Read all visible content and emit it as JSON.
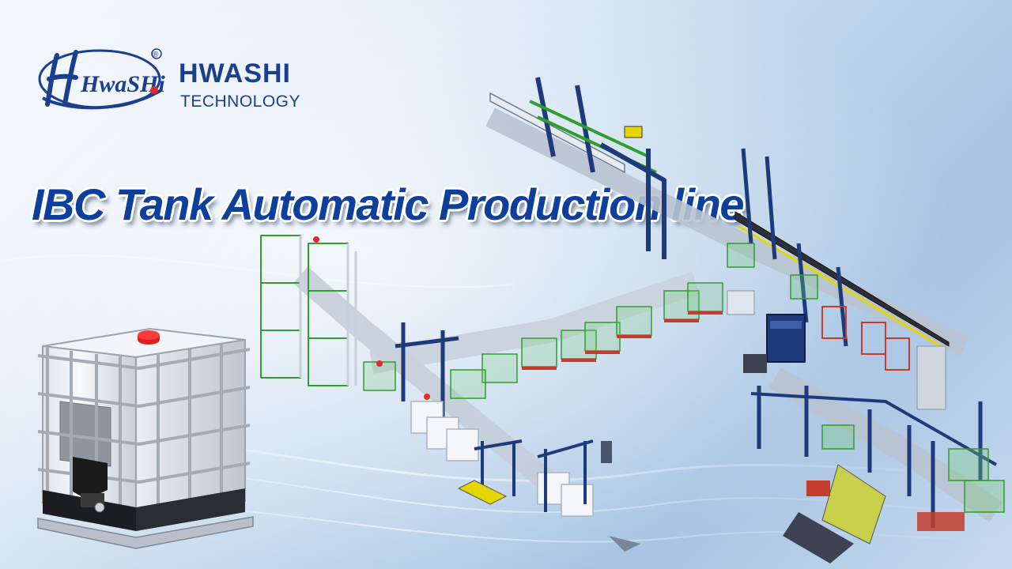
{
  "brand": {
    "name": "HWASHI",
    "subtitle": "TECHNOLOGY",
    "registered_mark": "®",
    "script_logo_text": "HwaSHi",
    "colors": {
      "primary": "#1a3f8f",
      "accent": "#e32b2b"
    }
  },
  "title": {
    "text": "IBC Tank Automatic Production line",
    "color": "#0d3f9c"
  },
  "illustrations": {
    "product": "ibc-tank",
    "scene": "automatic-production-line"
  }
}
